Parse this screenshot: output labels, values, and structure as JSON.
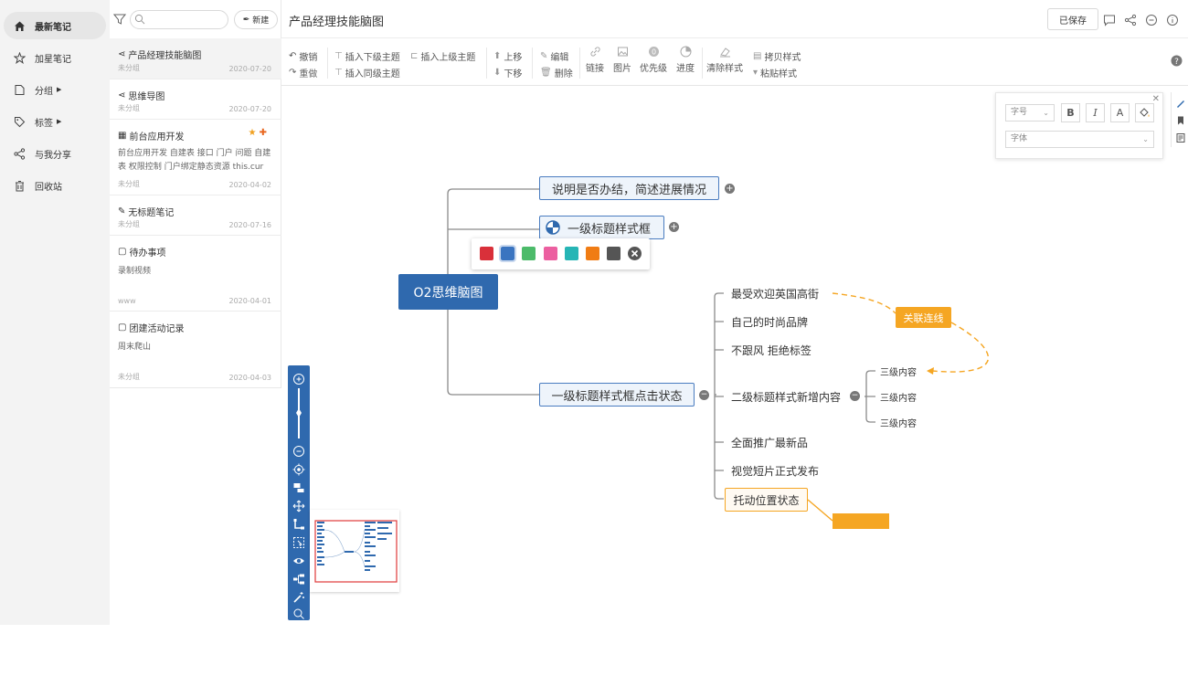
{
  "nav": {
    "items": [
      {
        "label": "最新笔记",
        "icon": "home-icon"
      },
      {
        "label": "加星笔记",
        "icon": "star-icon"
      },
      {
        "label": "分组",
        "icon": "folder-icon"
      },
      {
        "label": "标签",
        "icon": "tag-icon"
      },
      {
        "label": "与我分享",
        "icon": "share-icon"
      },
      {
        "label": "回收站",
        "icon": "trash-icon"
      }
    ]
  },
  "list": {
    "search_placeholder": "",
    "new_label": "新建",
    "notes": [
      {
        "title": "产品经理技能脑图",
        "group": "未分组",
        "date": "2020-07-20",
        "body": ""
      },
      {
        "title": "思维导图",
        "group": "未分组",
        "date": "2020-07-20",
        "body": ""
      },
      {
        "title": "前台应用开发",
        "group": "未分组",
        "date": "2020-04-02",
        "body": "前台应用开发 自建表 接口 门户 问题 自建表 权限控制 门户绑定静态资源 this.cur"
      },
      {
        "title": "无标题笔记",
        "group": "未分组",
        "date": "2020-07-16",
        "body": ""
      },
      {
        "title": "待办事项",
        "group": "www",
        "date": "2020-04-01",
        "body": "录制视频"
      },
      {
        "title": "团建活动记录",
        "group": "未分组",
        "date": "2020-04-03",
        "body": "周末爬山"
      }
    ]
  },
  "topbar": {
    "title": "产品经理技能脑图",
    "saved_label": "已保存"
  },
  "toolbar": {
    "undo": "撤销",
    "redo": "重做",
    "insert_child": "插入下级主题",
    "insert_sibling": "插入同级主题",
    "insert_parent": "插入上级主题",
    "move_up": "上移",
    "move_down": "下移",
    "edit": "编辑",
    "delete": "删除",
    "link": "链接",
    "image": "图片",
    "priority": "优先级",
    "progress": "进度",
    "clear_style": "清除样式",
    "copy_style": "拷贝样式",
    "paste_style": "粘贴样式"
  },
  "format_panel": {
    "font_size": "字号",
    "font_family": "字体",
    "bold": "B",
    "italic": "I",
    "font_color": "A"
  },
  "mindmap": {
    "root": "O2思维脑图",
    "l1_a": "说明是否办结，简述进展情况",
    "l1_b": "一级标题样式框",
    "l1_c": "一级标题样式框点击状态",
    "l2": [
      "最受欢迎英国高街",
      "自己的时尚品牌",
      "不跟风 拒绝标签",
      "二级标题样式新增内容",
      "全面推广最新品",
      "视觉短片正式发布",
      "托动位置状态"
    ],
    "l3": [
      "三级内容",
      "三级内容",
      "三级内容"
    ],
    "relation_label": "关联连线",
    "swatches": [
      "#d9303a",
      "#3a74c0",
      "#4cbb6a",
      "#ec5fa0",
      "#26b5b5",
      "#f07c14",
      "#555555"
    ]
  }
}
